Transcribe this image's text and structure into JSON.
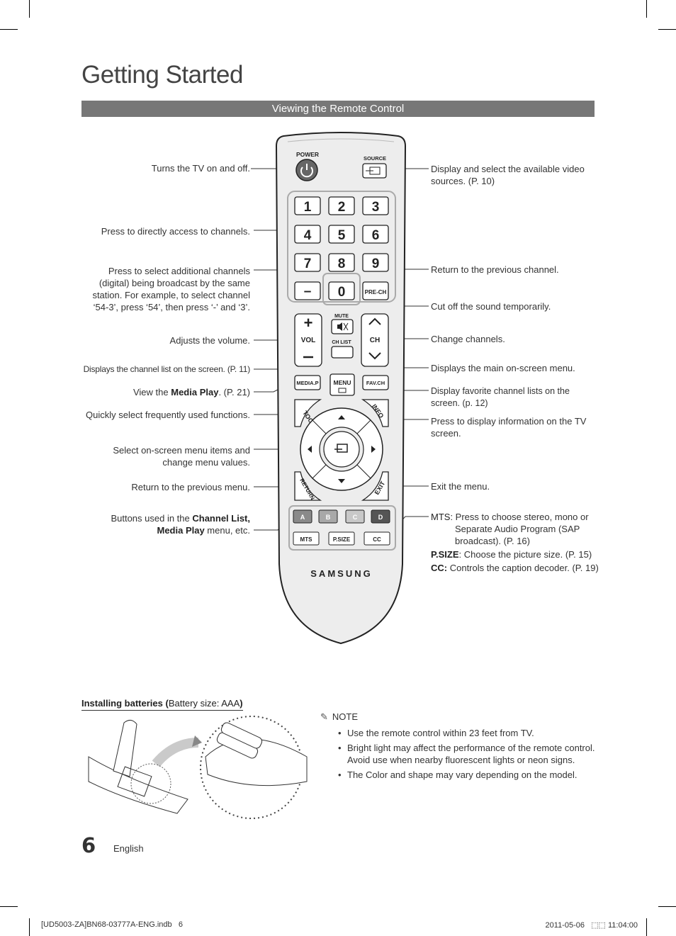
{
  "page": {
    "title": "Getting Started",
    "section": "Viewing the Remote Control",
    "page_number": "6",
    "language": "English",
    "footer_left": "[UD5003-ZA]BN68-03777A-ENG.indb   6",
    "footer_right": "2011-05-06   ⬚⬚ 11:04:00"
  },
  "remote": {
    "power": "POWER",
    "source": "SOURCE",
    "digits": [
      "1",
      "2",
      "3",
      "4",
      "5",
      "6",
      "7",
      "8",
      "9"
    ],
    "dash": "–",
    "zero": "0",
    "prech": "PRE-CH",
    "mute": "MUTE",
    "vol": "VOL",
    "ch": "CH",
    "chlist": "CH LIST",
    "mediap": "MEDIA.P",
    "menu": "MENU",
    "favch": "FAV.CH",
    "tools": "TOOLS",
    "info": "INFO",
    "return": "RETURN",
    "exit": "EXIT",
    "color_a": "A",
    "color_b": "B",
    "color_c": "C",
    "color_d": "D",
    "mts": "MTS",
    "psize": "P.SIZE",
    "cc": "CC",
    "brand": "SAMSUNG"
  },
  "left_labels": {
    "power": "Turns the TV on and off.",
    "channels": "Press to directly access to channels.",
    "dash": "Press to select additional channels (digital) being broadcast by the same station. For example, to select channel ‘54-3’, press ‘54’, then press ‘-’ and ‘3’.",
    "volume": "Adjusts the volume.",
    "chlist": "Displays the channel list on the screen. (P. 11)",
    "mediap_pre": "View the ",
    "mediap_bold": "Media Play",
    "mediap_post": ". (P. 21)",
    "tools": "Quickly select frequently used functions.",
    "nav": "Select on-screen menu items and change menu values.",
    "return": "Return to the previous menu.",
    "color_pre": "Buttons used in the ",
    "color_bold1": "Channel List,",
    "color_bold2": "Media Play",
    "color_post": " menu, etc."
  },
  "right_labels": {
    "source": "Display and select the available video sources. (P. 10)",
    "prech": "Return to the previous channel.",
    "mute": "Cut off the sound temporarily.",
    "ch": "Change channels.",
    "menu": "Displays the main on-screen menu.",
    "favch": "Display favorite channel lists on the screen. (p. 12)",
    "info": "Press to display information on the TV screen.",
    "exit": "Exit the menu.",
    "mts_key": "MTS",
    "mts_text": ": Press to choose stereo, mono or Separate Audio Program (SAP broadcast). (P. 16)",
    "psize_key": "P.SIZE",
    "psize_text": ": Choose the picture size. (P. 15)",
    "cc_key": "CC:",
    "cc_text": " Controls the caption decoder. (P. 19)"
  },
  "batteries": {
    "heading_bold": "Installing batteries (",
    "heading_normal": "Battery size: AAA",
    "heading_close": ")"
  },
  "notes": {
    "icon": "pencil-icon",
    "heading": "NOTE",
    "items": [
      "Use the remote control within 23 feet from TV.",
      "Bright light may affect the performance of the remote control. Avoid use when nearby fluorescent lights or neon signs.",
      "The Color and shape may vary depending on the model."
    ]
  },
  "colors": {
    "section_bar": "#777777",
    "remote_body": "#ededed",
    "color_a": "#8a8a8a",
    "color_b": "#a8a8a8",
    "color_c": "#c8c8c8",
    "color_d": "#555555"
  }
}
